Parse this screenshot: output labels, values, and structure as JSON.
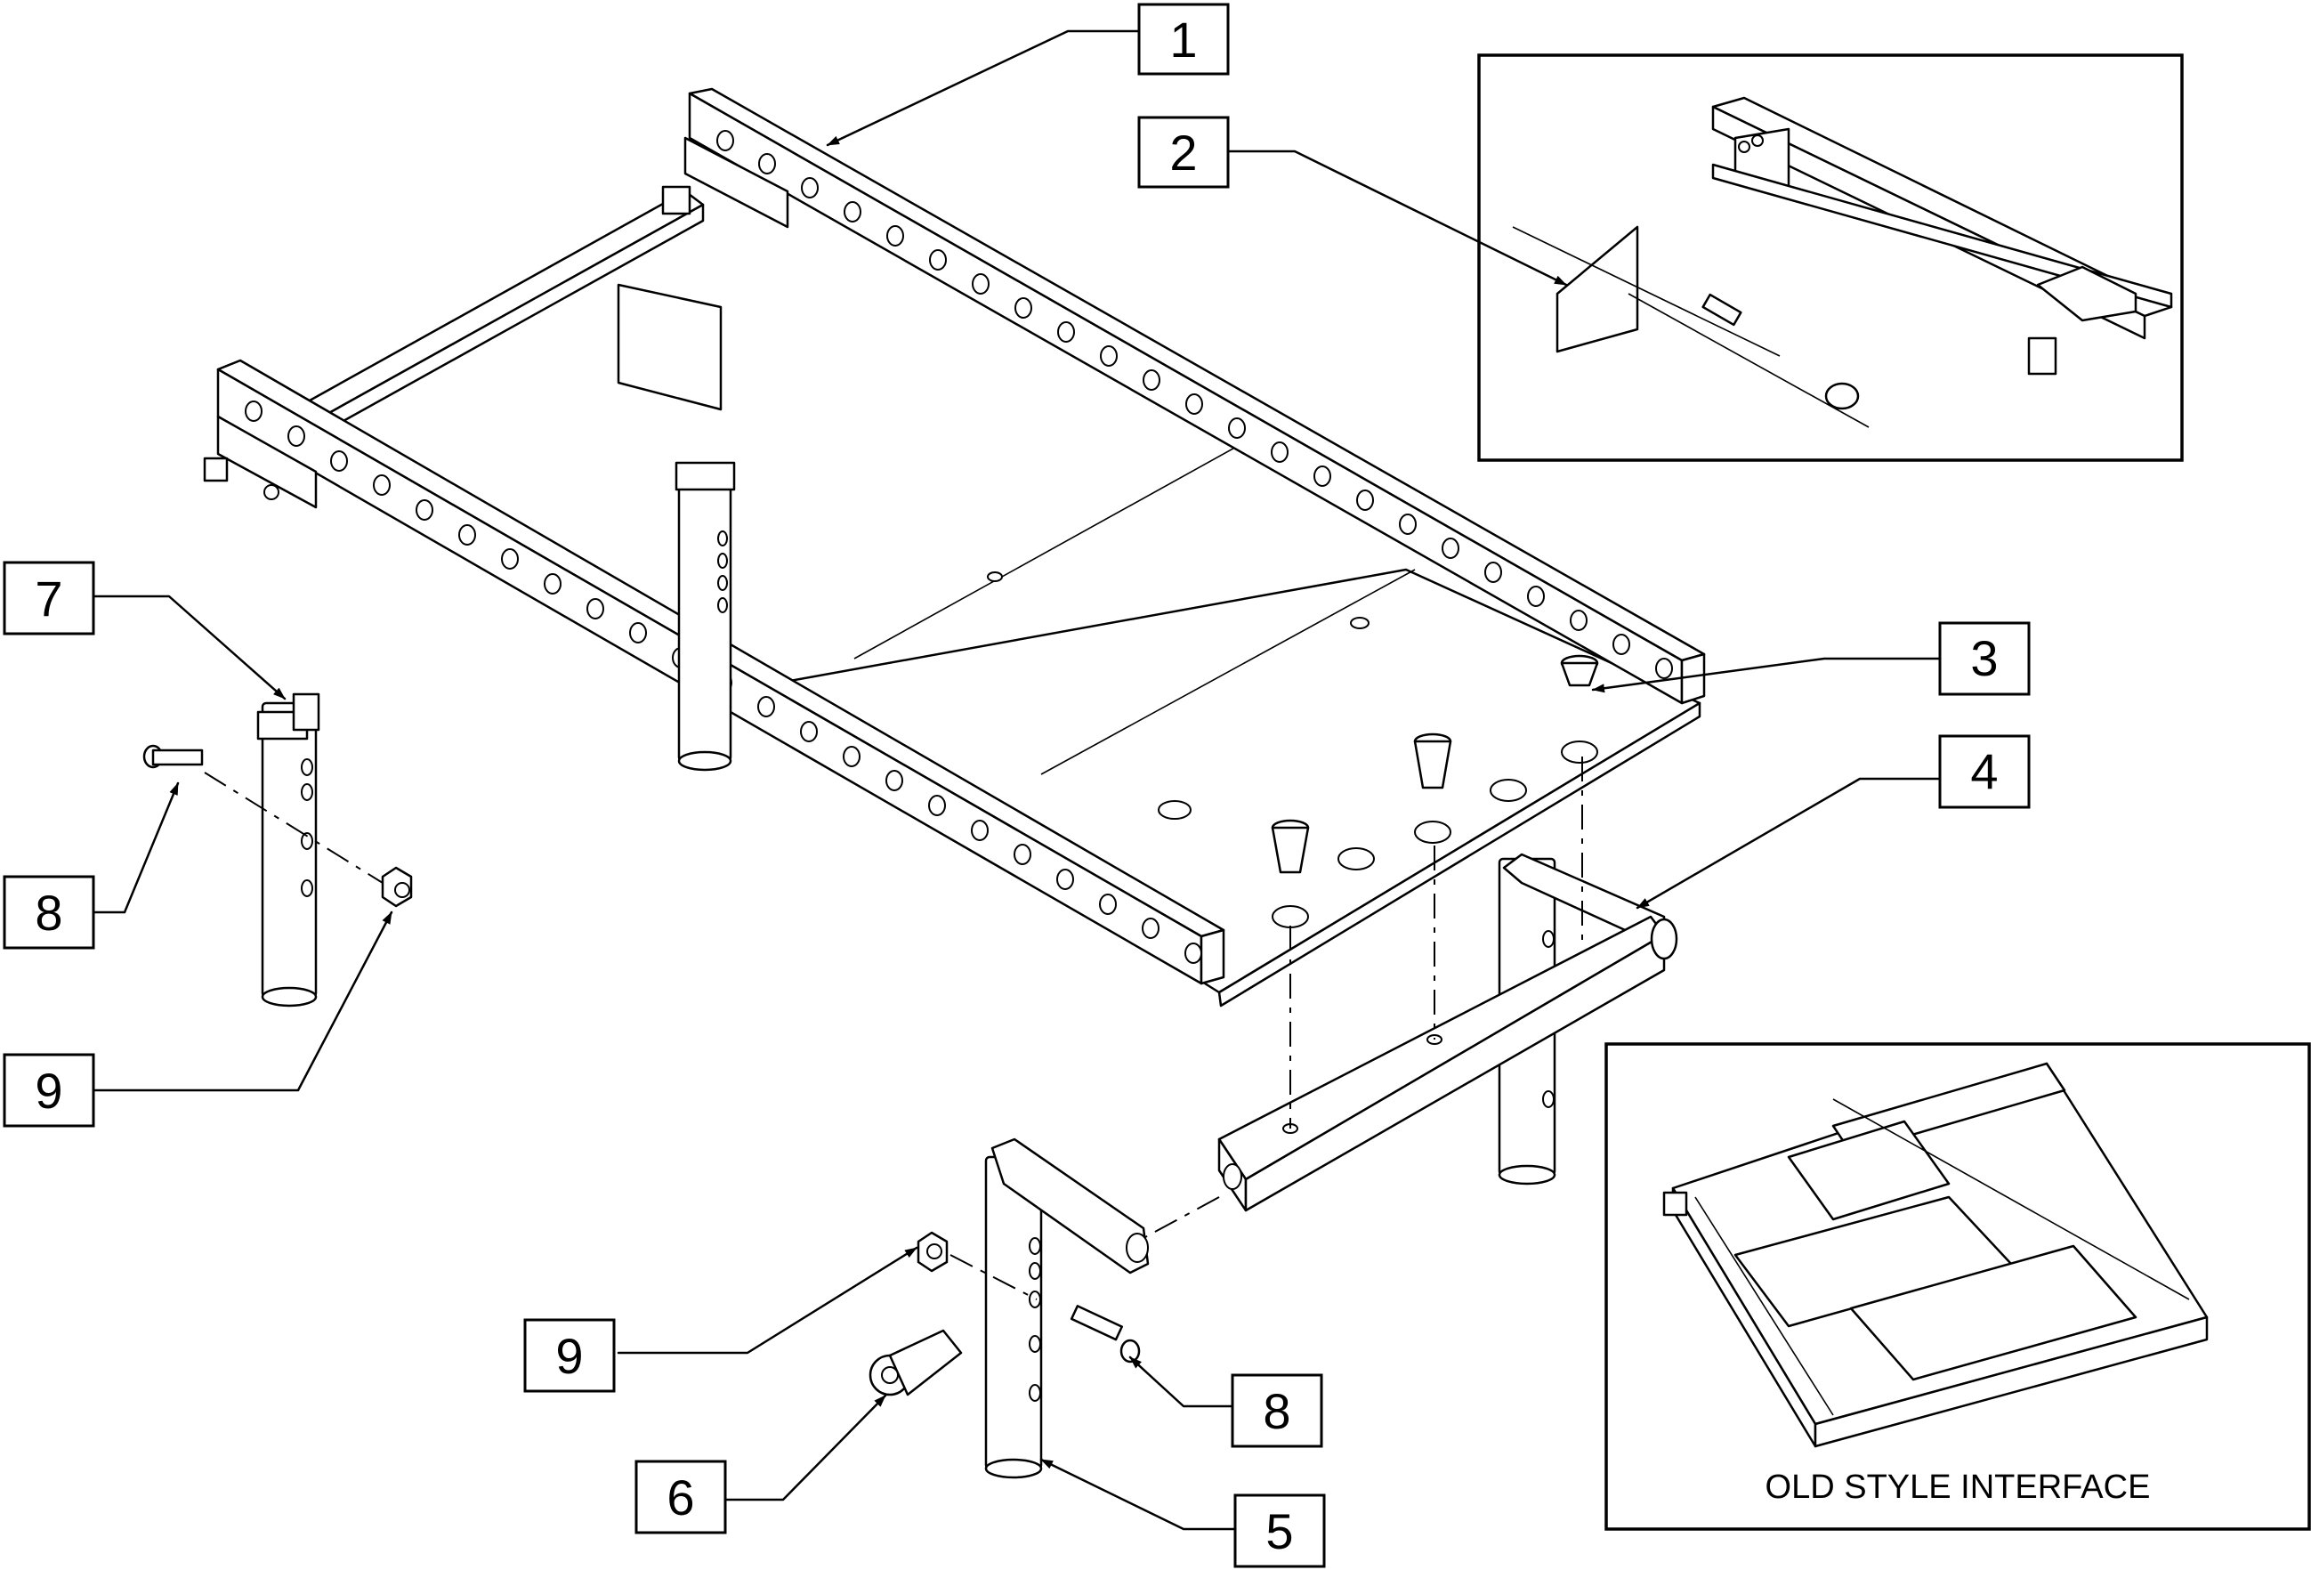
{
  "callouts": {
    "c1": "1",
    "c2": "2",
    "c3": "3",
    "c4": "4",
    "c5": "5",
    "c6": "6",
    "c7": "7",
    "c8a": "8",
    "c8b": "8",
    "c9a": "9",
    "c9b": "9"
  },
  "inset_old_style": {
    "caption": "OLD STYLE INTERFACE"
  }
}
